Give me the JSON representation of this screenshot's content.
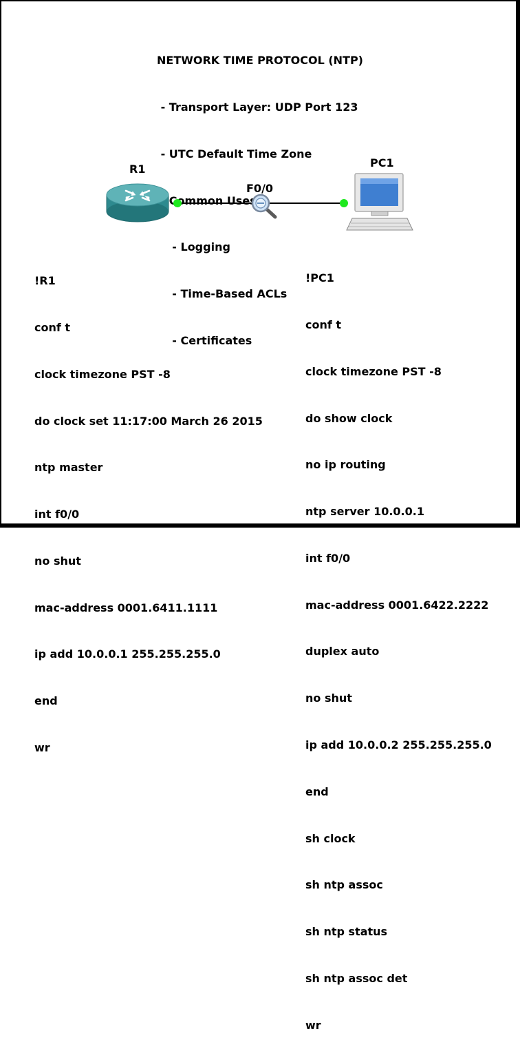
{
  "title": {
    "lines": [
      "NETWORK TIME PROTOCOL (NTP)",
      " - Transport Layer: UDP Port 123",
      " - UTC Default Time Zone",
      " - Common Uses",
      "    - Logging",
      "    - Time-Based ACLs",
      "    - Certificates"
    ]
  },
  "topology": {
    "router": {
      "label": "R1",
      "icon": "router-icon"
    },
    "pc": {
      "label": "PC1",
      "icon": "pc-icon"
    },
    "link": {
      "label": "F0/0",
      "icon": "capture-magnifier-icon"
    },
    "colors": {
      "router_body": "#2e8a8f",
      "router_top": "#5fb3b7",
      "port_up": "#1ee81e",
      "link": "#000000",
      "pc_screen": "#3f7fd1"
    }
  },
  "r1_config": [
    "!R1",
    "conf t",
    "clock timezone PST -8",
    "do clock set 11:17:00 March 26 2015",
    "ntp master",
    "int f0/0",
    "no shut",
    "mac-address 0001.6411.1111",
    "ip add 10.0.0.1 255.255.255.0",
    "end",
    "wr"
  ],
  "pc1_config": [
    "!PC1",
    "conf t",
    "clock timezone PST -8",
    "do show clock",
    "no ip routing",
    "ntp server 10.0.0.1",
    "int f0/0",
    "mac-address 0001.6422.2222",
    "duplex auto",
    "no shut",
    "ip add 10.0.0.2 255.255.255.0",
    "end",
    "sh clock",
    "sh ntp assoc",
    "sh ntp status",
    "sh ntp assoc det",
    "wr"
  ]
}
